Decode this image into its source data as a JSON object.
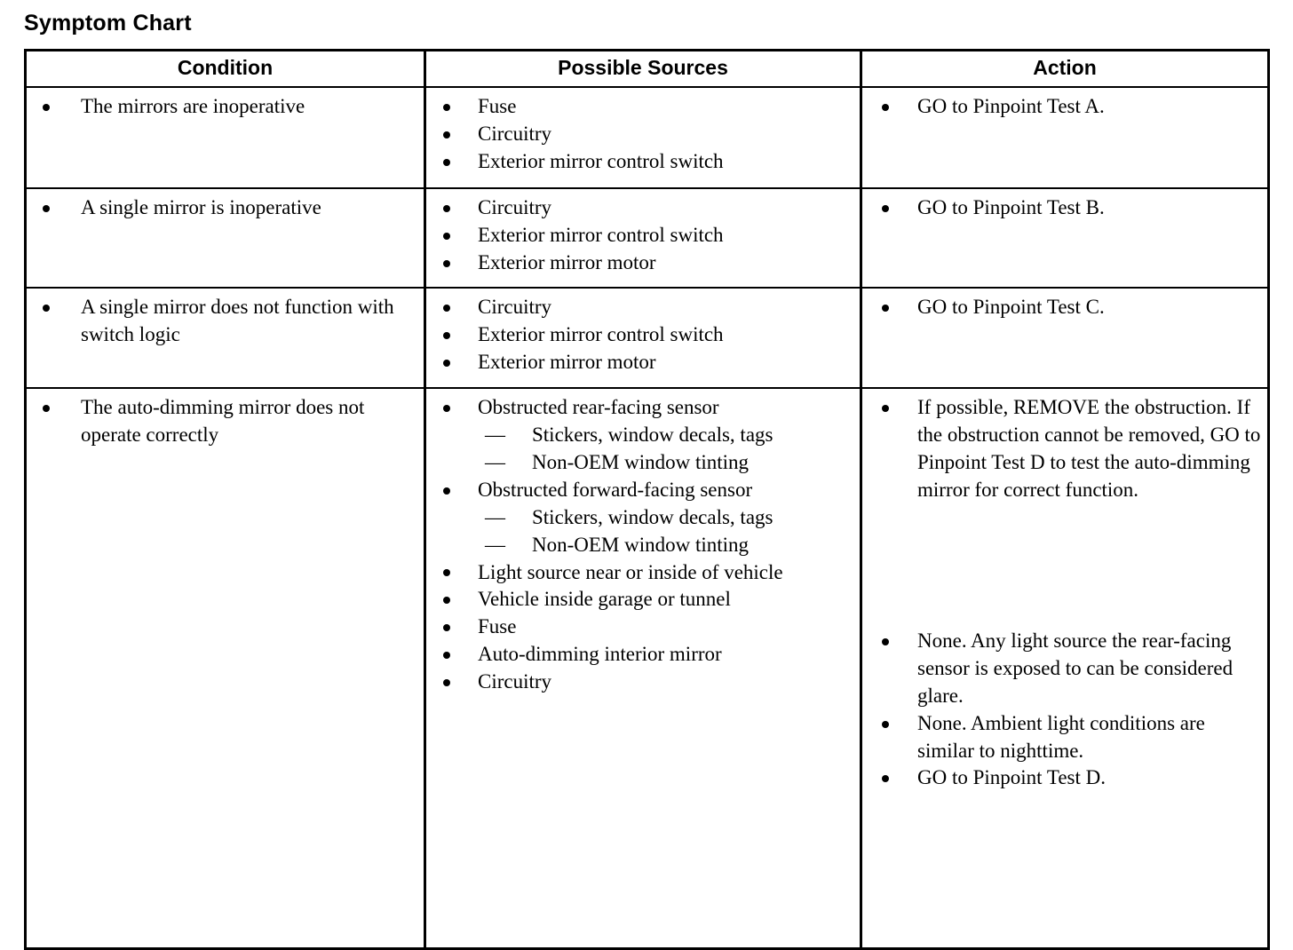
{
  "document": {
    "title": "Symptom Chart"
  },
  "table": {
    "headers": {
      "condition": "Condition",
      "sources": "Possible Sources",
      "action": "Action"
    },
    "rows": [
      {
        "condition": [
          "The mirrors are inoperative"
        ],
        "sources": [
          "Fuse",
          "Circuitry",
          "Exterior mirror control switch"
        ],
        "action": [
          "GO to Pinpoint Test A."
        ]
      },
      {
        "condition": [
          "A single mirror is inoperative"
        ],
        "sources": [
          "Circuitry",
          "Exterior mirror control switch",
          "Exterior mirror motor"
        ],
        "action": [
          "GO to Pinpoint Test B."
        ]
      },
      {
        "condition": [
          "A single mirror does not function with switch logic"
        ],
        "sources": [
          "Circuitry",
          "Exterior mirror control switch",
          "Exterior mirror motor"
        ],
        "action": [
          "GO to Pinpoint Test C."
        ]
      },
      {
        "condition": [
          "The auto-dimming mirror does not operate correctly"
        ],
        "sources": [
          "Obstructed rear-facing sensor",
          "Stickers, window decals, tags",
          "Non-OEM window tinting",
          "Obstructed forward-facing sensor",
          "Stickers, window decals, tags",
          "Non-OEM window tinting",
          "Light source near or inside of vehicle",
          "Vehicle inside garage or tunnel",
          "Fuse",
          "Auto-dimming interior mirror",
          "Circuitry"
        ],
        "action": [
          "If possible, REMOVE the obstruction. If the obstruction cannot be removed, GO to Pinpoint Test D to test the auto-dimming mirror for correct function.",
          "None. Any light source the rear-facing sensor is exposed to can be considered glare.",
          "None. Ambient light conditions are similar to nighttime.",
          "GO to Pinpoint Test D."
        ]
      }
    ]
  },
  "markers": {
    "em_dash": "—"
  },
  "colors": {
    "text": "#000000",
    "border": "#000000",
    "background": "#ffffff"
  }
}
